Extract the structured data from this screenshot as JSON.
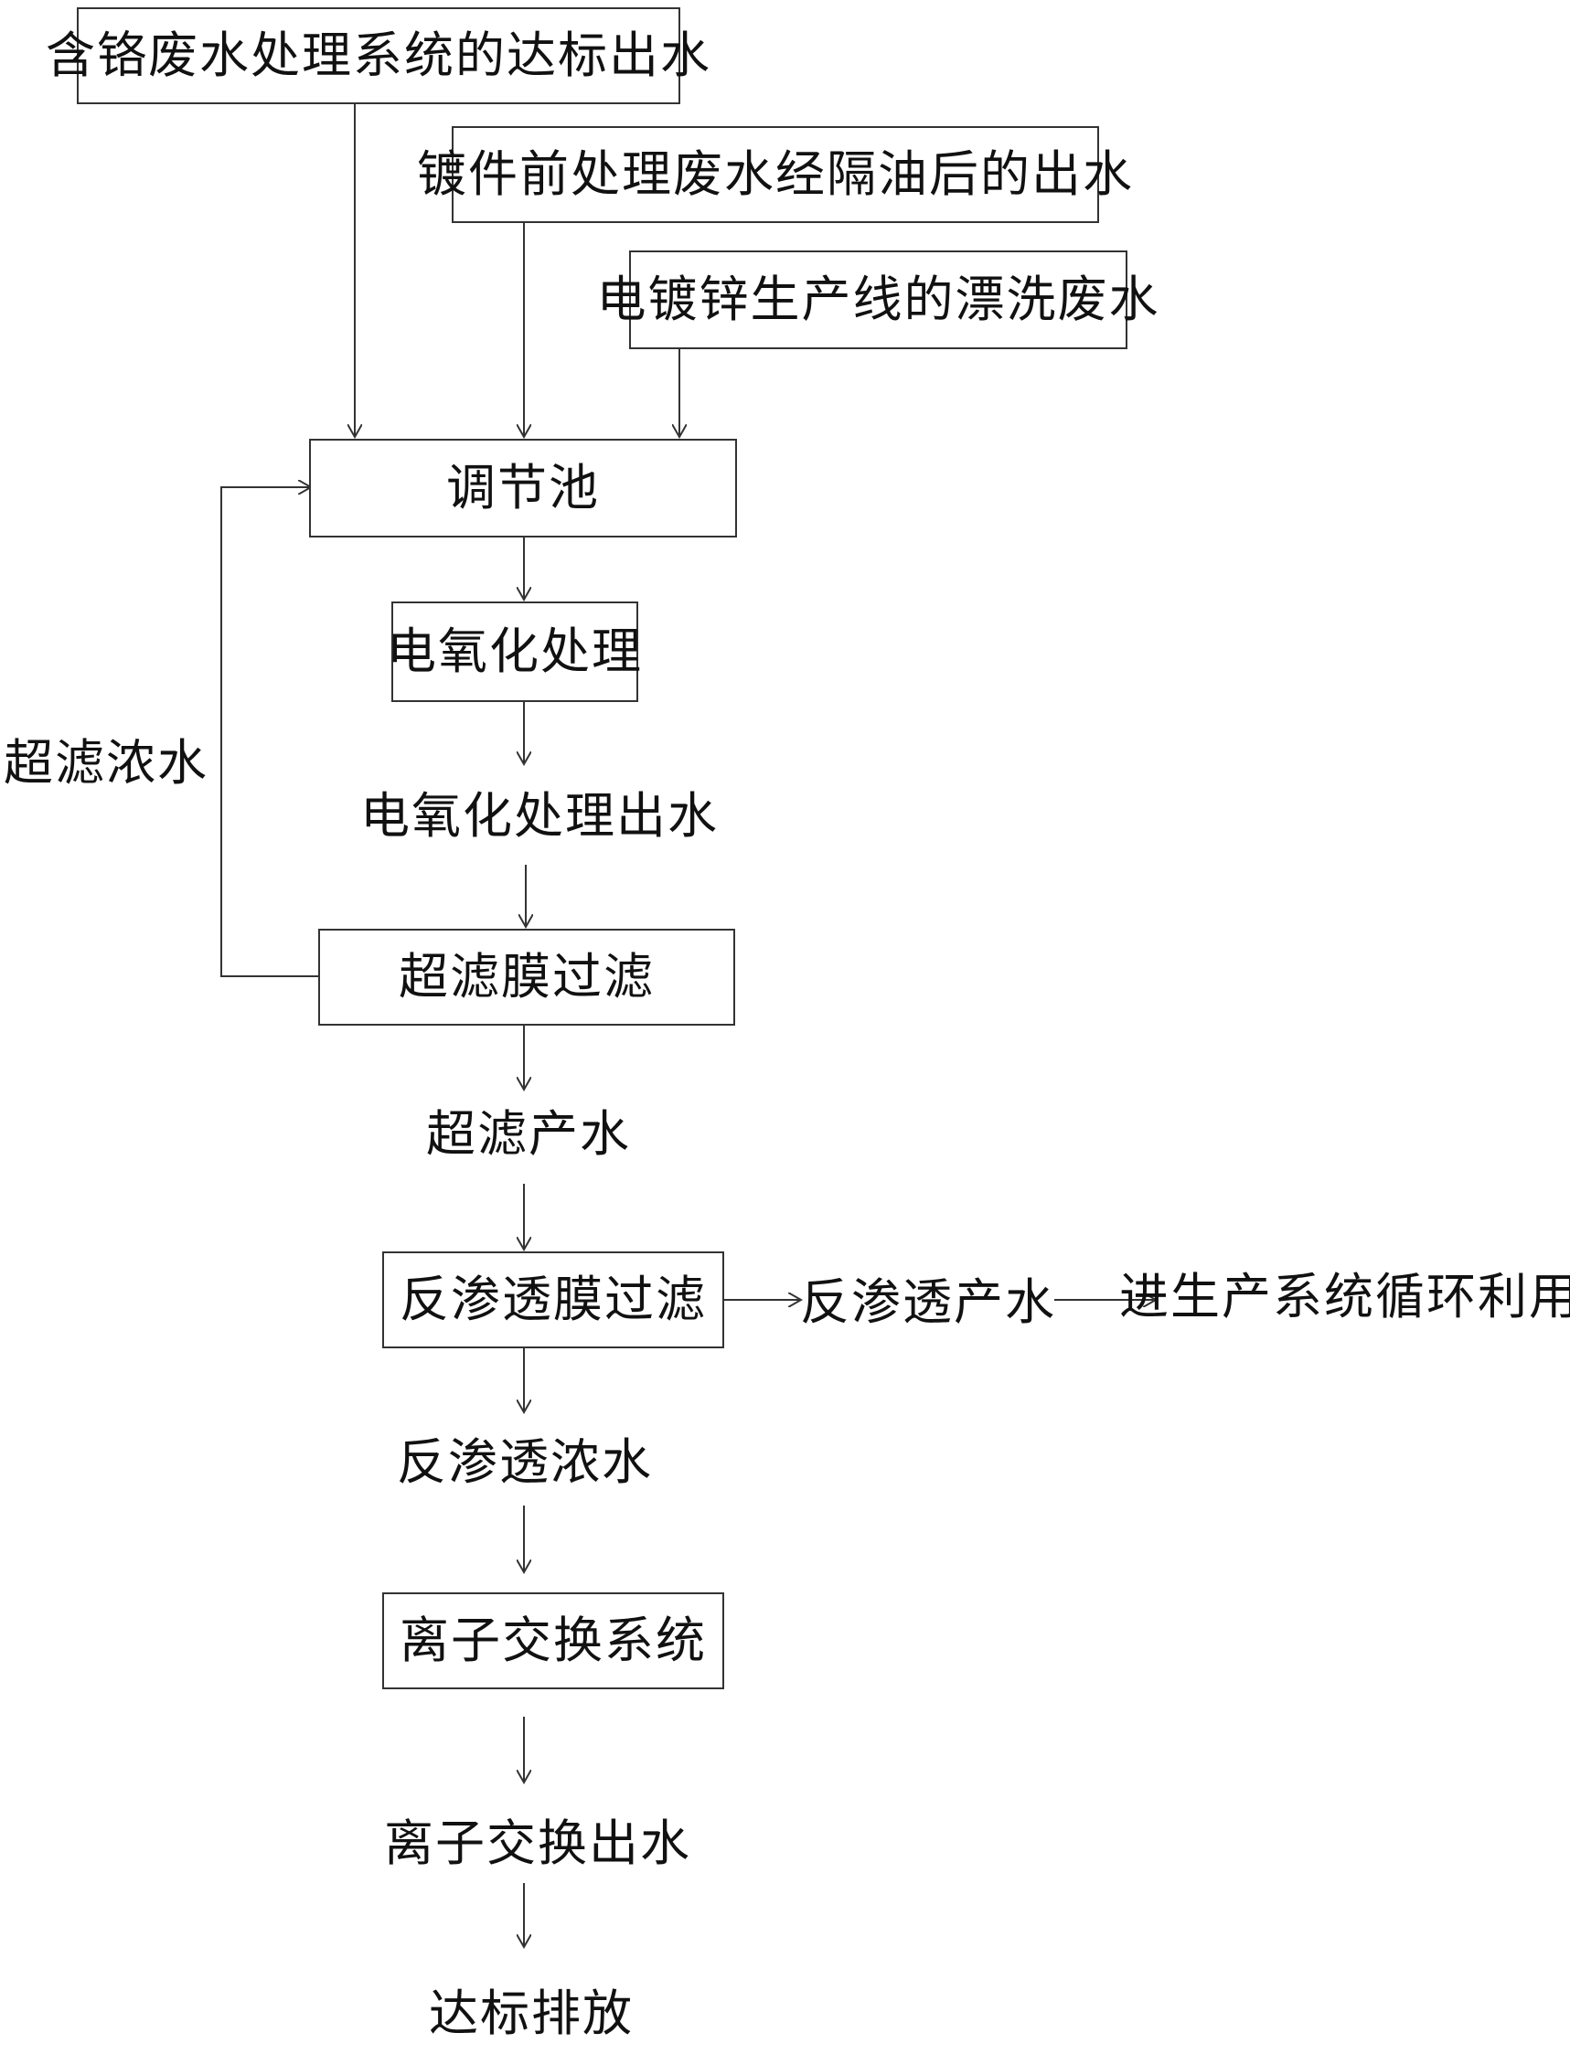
{
  "sources": {
    "chrome_wastewater": "含铬废水处理系统的达标出水",
    "pretreatment_wastewater": "镀件前处理废水经隔油后的出水",
    "zinc_rinse_wastewater": "电镀锌生产线的漂洗废水"
  },
  "steps": {
    "equalization_tank": "调节池",
    "electro_oxidation": "电氧化处理",
    "electro_oxidation_effluent": "电氧化处理出水",
    "uf_filtration": "超滤膜过滤",
    "uf_permeate": "超滤产水",
    "ro_filtration": "反渗透膜过滤",
    "ro_permeate": "反渗透产水",
    "reuse": "进生产系统循环利用",
    "ro_concentrate": "反渗透浓水",
    "ion_exchange_system": "离子交换系统",
    "ion_exchange_effluent": "离子交换出水",
    "discharge": "达标排放"
  },
  "loop": {
    "uf_concentrate": "超滤浓水"
  }
}
